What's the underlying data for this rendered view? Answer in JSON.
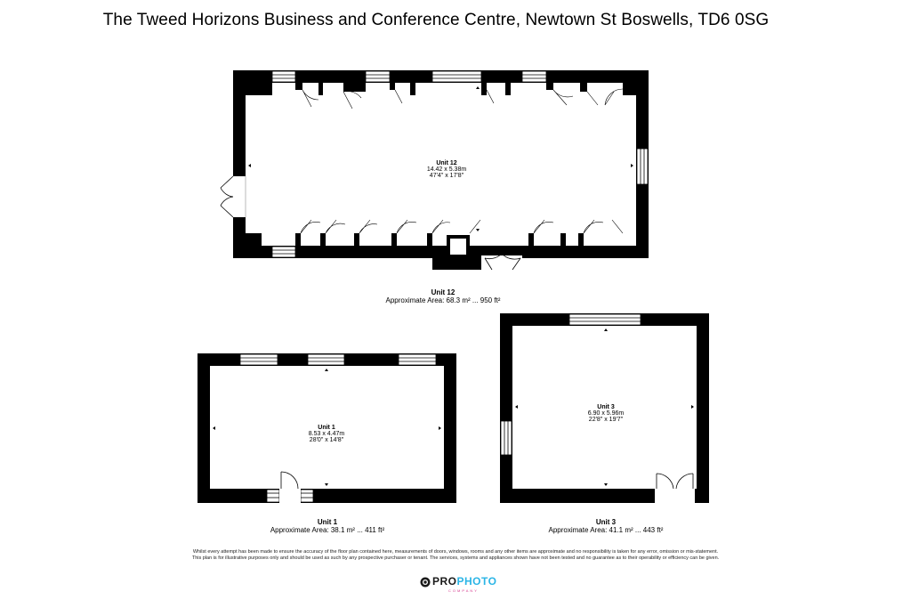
{
  "title": "The Tweed Horizons Business and Conference Centre, Newtown St Boswells, TD6 0SG",
  "units": [
    {
      "key": "unit12",
      "name": "Unit 12",
      "dim_metric": "14.42 x 5.38m",
      "dim_imperial": "47'4\" x 17'8\"",
      "area_label": "Unit 12",
      "area_text": "Approximate Area: 68.3 m² ... 950 ft²"
    },
    {
      "key": "unit1",
      "name": "Unit 1",
      "dim_metric": "8.53 x 4.47m",
      "dim_imperial": "28'0\" x 14'8\"",
      "area_label": "Unit 1",
      "area_text": "Approximate Area: 38.1 m² ... 411 ft²"
    },
    {
      "key": "unit3",
      "name": "Unit 3",
      "dim_metric": "6.90 x 5.96m",
      "dim_imperial": "22'8\" x 19'7\"",
      "area_label": "Unit 3",
      "area_text": "Approximate Area: 41.1 m² ... 443 ft²"
    }
  ],
  "disclaimer": [
    "Whilst every attempt has been made to ensure the accuracy of the floor plan contained here, measurements of doors, windows, rooms and any other items are approximate and no responsibility is taken for any error, omission or mis-statement.",
    "This plan is for illustrative purposes only and should be used as such by any prospective purchaser or tenant. The services, systems and appliances shown have not been tested and no guarantee as to their operability or efficiency can be given."
  ],
  "logo": {
    "part1": "PRO",
    "part2": "PHOTO",
    "sub": "COMPANY",
    "colors": {
      "accent": "#2bb5e6",
      "sub": "#d63c8f"
    }
  },
  "colors": {
    "wall": "#000000",
    "background": "#ffffff"
  }
}
